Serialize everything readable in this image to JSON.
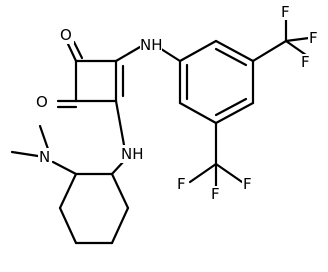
{
  "molecule": {
    "atoms": {
      "o_top": "O",
      "o_bottom": "O",
      "nh_right": "NH",
      "nh_lower": "NH",
      "n_dimethyl": "N",
      "cf3_top": {
        "f1": "F",
        "f2": "F",
        "f3": "F"
      },
      "cf3_bottom": {
        "f1": "F",
        "f2": "F",
        "f3": "F"
      }
    },
    "colors": {
      "bond": "#000000",
      "label": "#000000",
      "background": "#ffffff"
    }
  }
}
